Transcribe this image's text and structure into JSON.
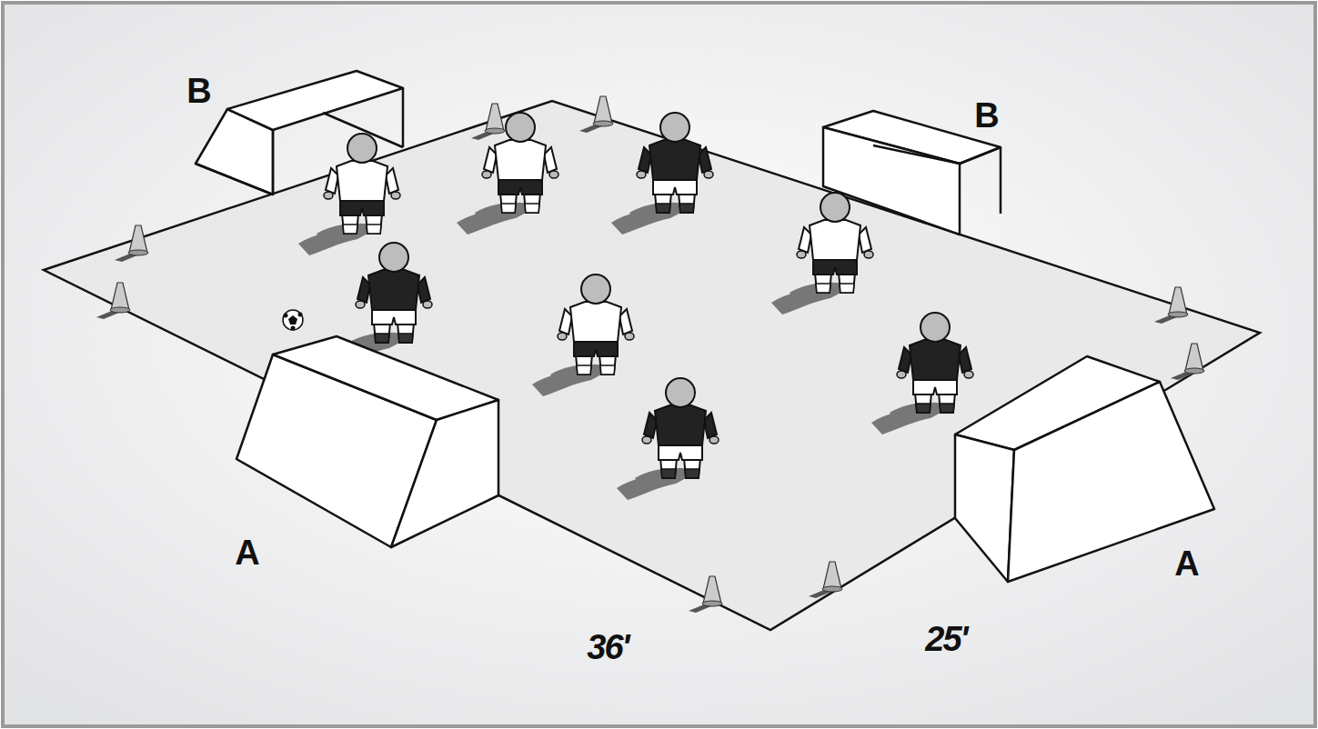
{
  "diagram": {
    "labels": [
      "B",
      "B",
      "A",
      "A",
      "36'",
      "25'"
    ]
  }
}
